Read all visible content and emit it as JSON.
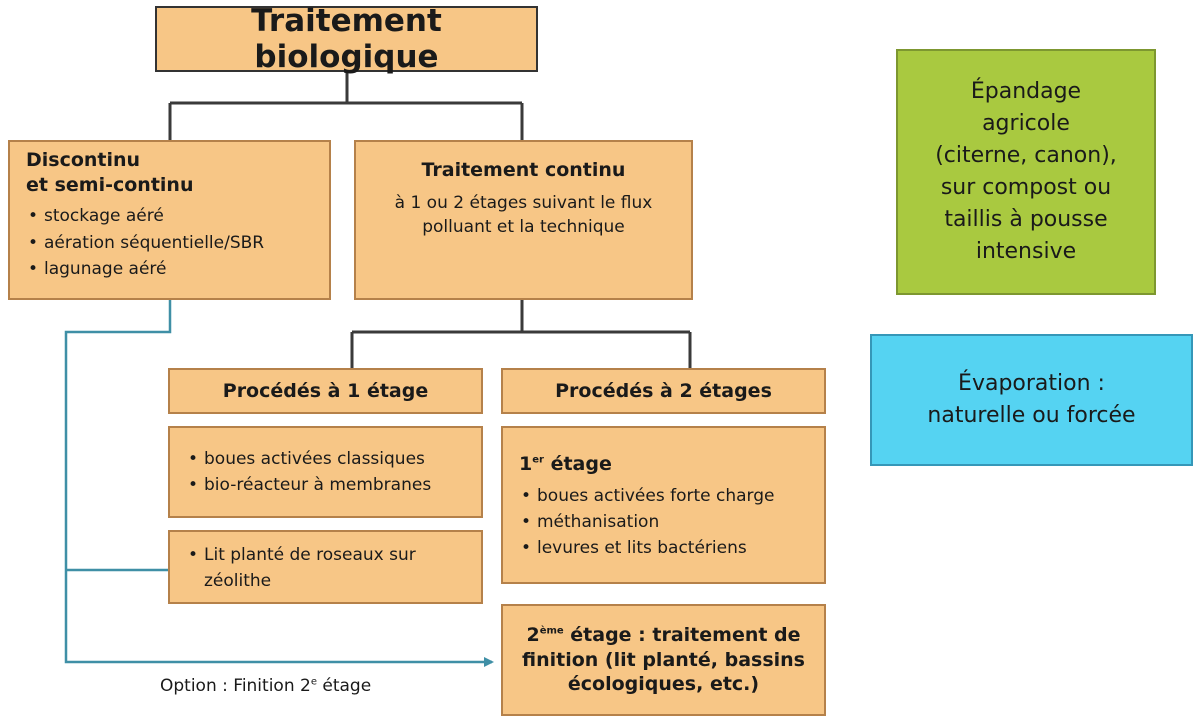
{
  "diagram": {
    "root": {
      "title": "Traitement biologique"
    },
    "discontinu": {
      "title_line1": "Discontinu",
      "title_line2": "et semi-continu",
      "items": [
        "stockage aéré",
        "aération séquentielle/SBR",
        "lagunage aéré"
      ]
    },
    "continu": {
      "title": "Traitement continu",
      "text_line1": "à 1 ou 2 étages suivant le flux",
      "text_line2": "polluant et la technique"
    },
    "one_stage": {
      "title": "Procédés à 1 étage",
      "items": [
        "boues activées classiques",
        "bio-réacteur à membranes"
      ],
      "option_item_line1": "Lit planté de roseaux sur",
      "option_item_line2": "zéolithe"
    },
    "two_stage": {
      "title": "Procédés à 2 étages",
      "first_stage_title": "1",
      "first_stage_sup": "er",
      "first_stage_word": " étage",
      "first_stage_items": [
        "boues activées forte charge",
        "méthanisation",
        "levures et lits bactériens"
      ],
      "second_stage_prefix": "2",
      "second_stage_sup": "ème",
      "second_stage_line1": " étage : traitement de",
      "second_stage_line2": "finition (lit planté, bassins",
      "second_stage_line3": "écologiques, etc.)"
    },
    "option_label_prefix": "Option : Finition 2",
    "option_label_sup": "e",
    "option_label_suffix": " étage",
    "epandage": {
      "lines": [
        "Épandage",
        "agricole",
        "(citerne, canon),",
        "sur compost ou",
        "taillis à pousse",
        "intensive"
      ]
    },
    "evaporation": {
      "line1": "Évaporation :",
      "line2": "naturelle ou forcée"
    }
  },
  "colors": {
    "orange_box": "#f7c686",
    "orange_border": "#b5814a",
    "green_box": "#a9c940",
    "blue_box": "#55d3f2",
    "connector": "#3a3a3a",
    "option_arrow": "#3f8fa6"
  }
}
